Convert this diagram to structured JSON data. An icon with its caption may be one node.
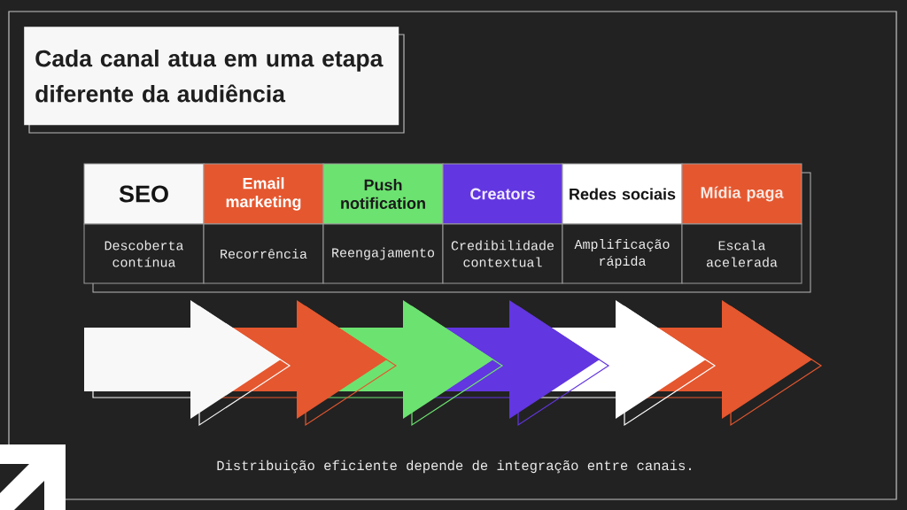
{
  "diagram": {
    "title": "Cada canal atua em uma etapa diferente da audiência",
    "caption": "Distribuição eficiente depende de integração entre canais.",
    "labels": [
      "SEO",
      "Email marketing",
      "Push notification",
      "Creators",
      "Redes sociais",
      "Mídia paga",
      "Descoberta contínua",
      "Recorrência",
      "Reengajamento",
      "Credibilidade contextual",
      "Amplificação rápida",
      "Escala acelerada"
    ]
  }
}
